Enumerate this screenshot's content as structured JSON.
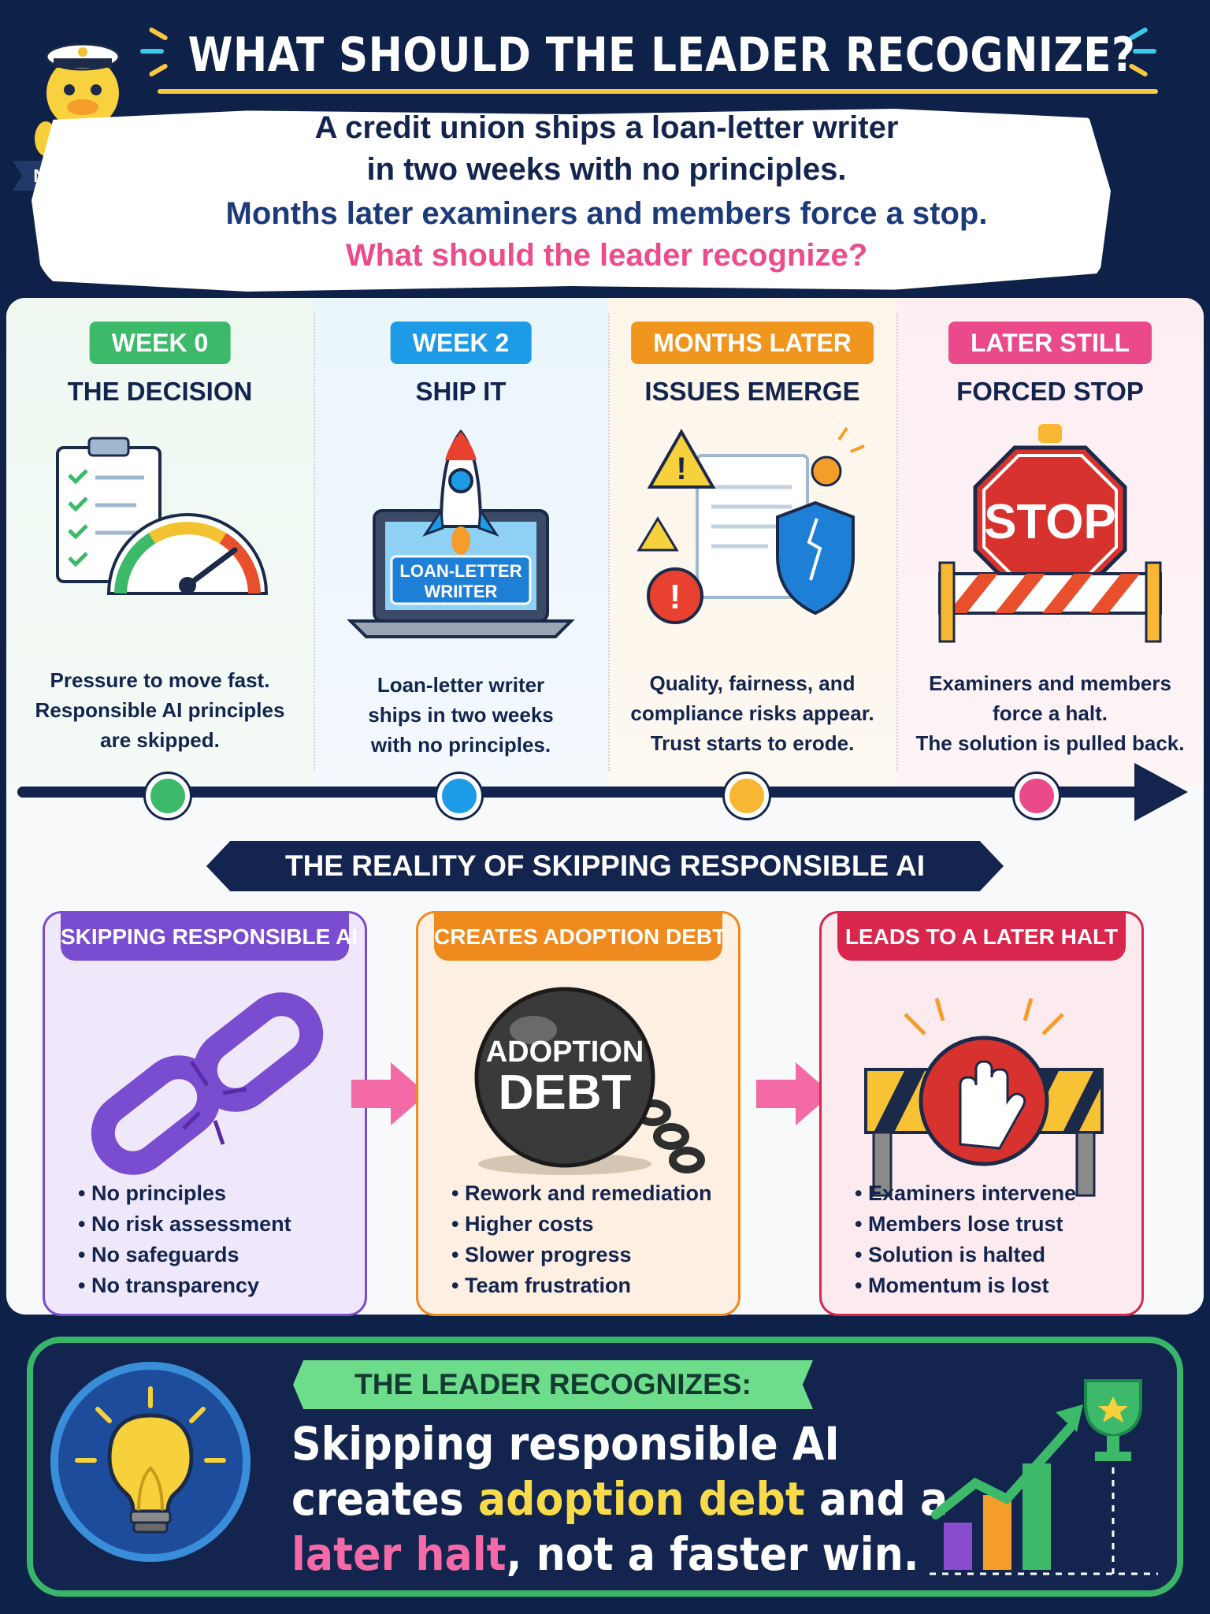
{
  "header": {
    "mascot_label": "Navy Duck",
    "title": "WHAT SHOULD THE LEADER RECOGNIZE?",
    "question_lines": [
      "A credit union ships a loan-letter writer",
      "in two weeks with no principles.",
      "Months later examiners and members force a stop.",
      "What should the leader recognize?"
    ]
  },
  "timeline": {
    "stages": [
      {
        "badge": "WEEK 0",
        "title": "THE DECISION",
        "desc_lines": [
          "Pressure to move fast.",
          "Responsible AI principles",
          "are skipped."
        ],
        "color": "#3cba6a"
      },
      {
        "badge": "WEEK 2",
        "title": "SHIP IT",
        "desc_lines": [
          "Loan-letter writer",
          "ships in two weeks",
          "with no principles."
        ],
        "color": "#1e9be6",
        "laptop_lines": [
          "LOAN-LETTER",
          "WRIITER"
        ]
      },
      {
        "badge": "MONTHS LATER",
        "title": "ISSUES EMERGE",
        "desc_lines": [
          "Quality, fairness, and",
          "compliance risks appear.",
          "Trust starts to erode."
        ],
        "color": "#f0961e"
      },
      {
        "badge": "LATER STILL",
        "title": "FORCED STOP",
        "desc_lines": [
          "Examiners and members",
          "force a halt.",
          "The solution is pulled back."
        ],
        "color": "#ea4a8a",
        "sign_text": "STOP"
      }
    ]
  },
  "reality": {
    "banner": "THE REALITY OF SKIPPING RESPONSIBLE AI",
    "cards": [
      {
        "title": "SKIPPING RESPONSIBLE AI",
        "items": [
          "No principles",
          "No risk assessment",
          "No safeguards",
          "No transparency"
        ],
        "color": "#7a4ccf",
        "bg": "#efe8fb"
      },
      {
        "title": "CREATES ADOPTION DEBT",
        "items": [
          "Rework and remediation",
          "Higher costs",
          "Slower progress",
          "Team frustration"
        ],
        "color": "#ef8a1f",
        "bg": "#fdf0e2",
        "ball_lines": [
          "ADOPTION",
          "DEBT"
        ]
      },
      {
        "title": "LEADS TO A LATER HALT",
        "items": [
          "Examiners intervene",
          "Members lose trust",
          "Solution is halted",
          "Momentum is lost"
        ],
        "color": "#d8264c",
        "bg": "#fcebee"
      }
    ]
  },
  "conclusion": {
    "tag": "THE LEADER RECOGNIZES:",
    "line1": "Skipping responsible AI",
    "line2_pre": "creates ",
    "line2_highlight": "adoption debt",
    "line2_post": " and a",
    "line3_highlight": "later halt",
    "line3_post": ", not a faster win."
  }
}
